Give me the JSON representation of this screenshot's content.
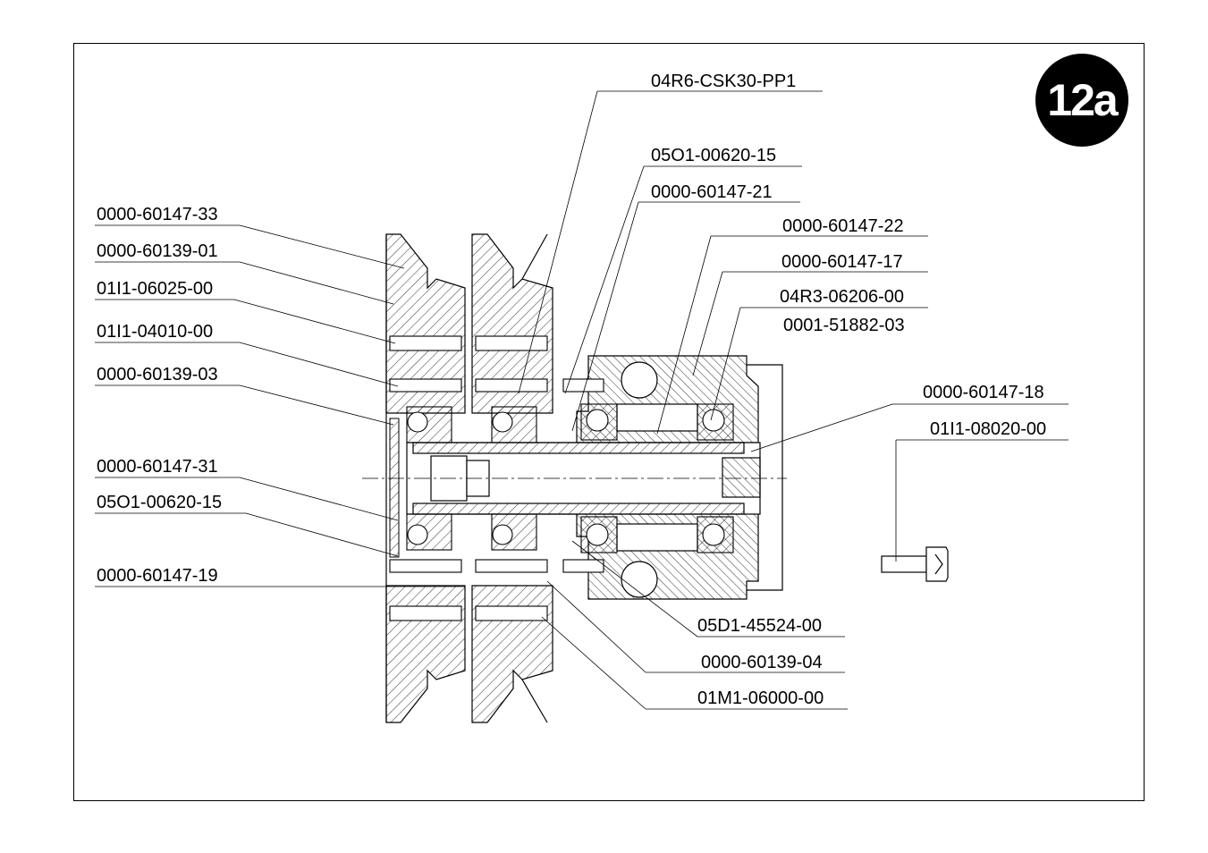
{
  "badge": "12a",
  "labels": {
    "l_04R6": "04R6-CSK30-PP1",
    "l_05O1a": "05O1-00620-15",
    "l_0021": "0000-60147-21",
    "l_0022": "0000-60147-22",
    "l_0017": "0000-60147-17",
    "l_04R3": "04R3-06206-00",
    "l_0001": "0001-51882-03",
    "l_0018": "0000-60147-18",
    "l_01I1c": "01I1-08020-00",
    "l_0033": "0000-60147-33",
    "l_0139_01": "0000-60139-01",
    "l_01I1a": "01I1-06025-00",
    "l_01I1b": "01I1-04010-00",
    "l_0139_03": "0000-60139-03",
    "l_0031": "0000-60147-31",
    "l_05O1b": "05O1-00620-15",
    "l_0019": "0000-60147-19",
    "l_05D1": "05D1-45524-00",
    "l_0139_04": "0000-60139-04",
    "l_01M1": "01M1-06000-00"
  }
}
